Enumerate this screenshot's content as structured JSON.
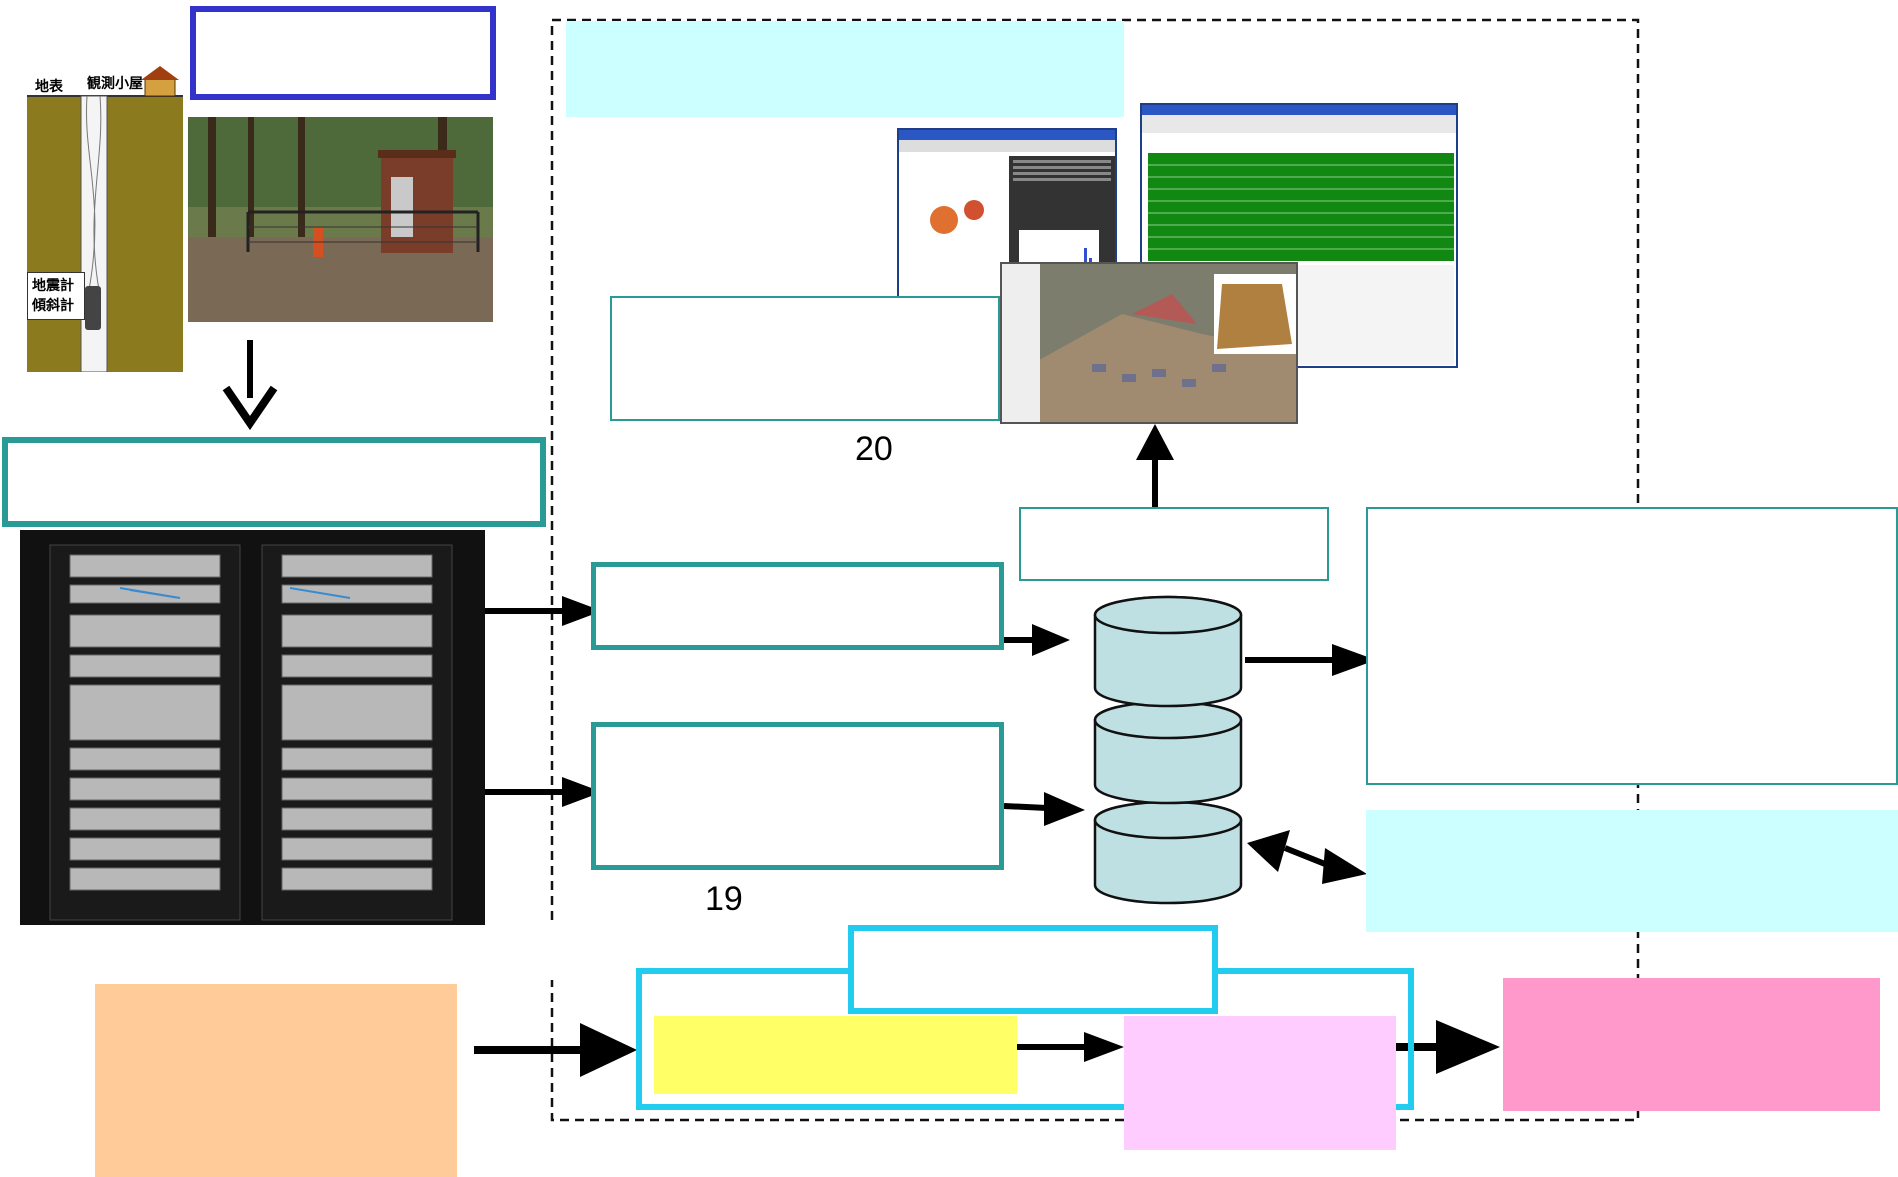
{
  "borehole": {
    "ground_label": "地表",
    "hut_label": "観測小屋",
    "sensor_label_1": "地震計",
    "sensor_label_2": "傾斜計"
  },
  "diagram": {
    "number_20": "20",
    "number_19": "19"
  },
  "colors": {
    "blue_frame": "#3333cc",
    "teal_frame": "#2a9a96",
    "light_cyan": "#ccffff",
    "cyan_frame": "#22ccee",
    "peach": "#ffcc99",
    "yellow": "#ffff66",
    "light_pink": "#ffccff",
    "pink": "#ff99cc",
    "db_fill": "#bfe0e3"
  }
}
